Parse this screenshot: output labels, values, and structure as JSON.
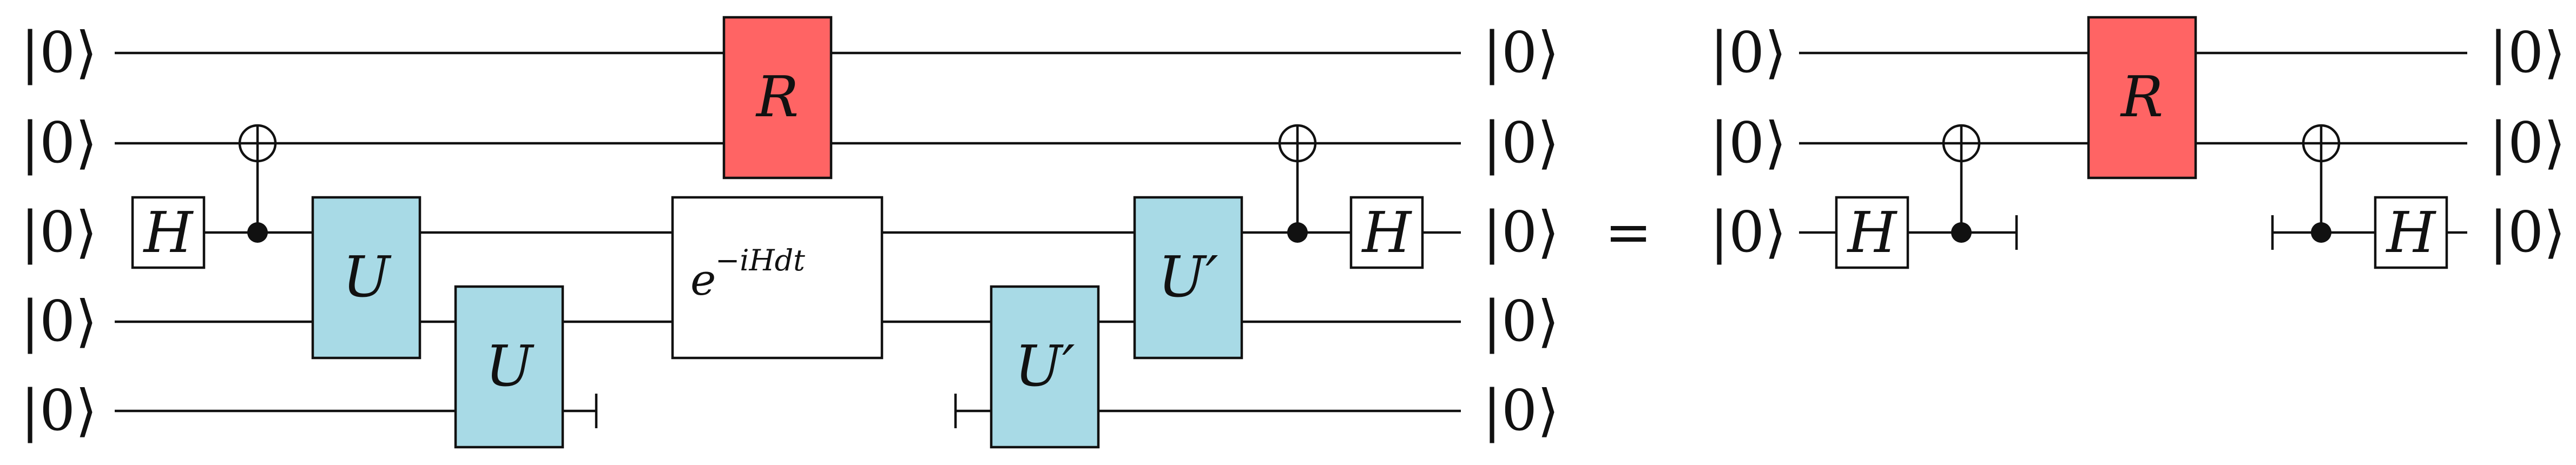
{
  "colors": {
    "line": "#111111",
    "gate_r": "#ff6464",
    "gate_u": "#a8dae6",
    "gate_plain": "#ffffff"
  },
  "left": {
    "input_kets": [
      "|0⟩",
      "|0⟩",
      "|0⟩",
      "|0⟩",
      "|0⟩"
    ],
    "output_kets": [
      "|0⟩",
      "|0⟩",
      "|0⟩",
      "|0⟩",
      "|0⟩"
    ],
    "gates": {
      "h_left": "H",
      "u1": "U",
      "u2": "U",
      "r": "R",
      "evolution_base": "e",
      "evolution_exponent": "−iHdt",
      "u_prime_1": "U′",
      "u_prime_2": "U′",
      "h_right": "H"
    }
  },
  "equals_sign": "=",
  "right": {
    "input_kets": [
      "|0⟩",
      "|0⟩",
      "|0⟩"
    ],
    "output_kets": [
      "|0⟩",
      "|0⟩",
      "|0⟩"
    ],
    "gates": {
      "h_left": "H",
      "r": "R",
      "h_right": "H"
    }
  }
}
